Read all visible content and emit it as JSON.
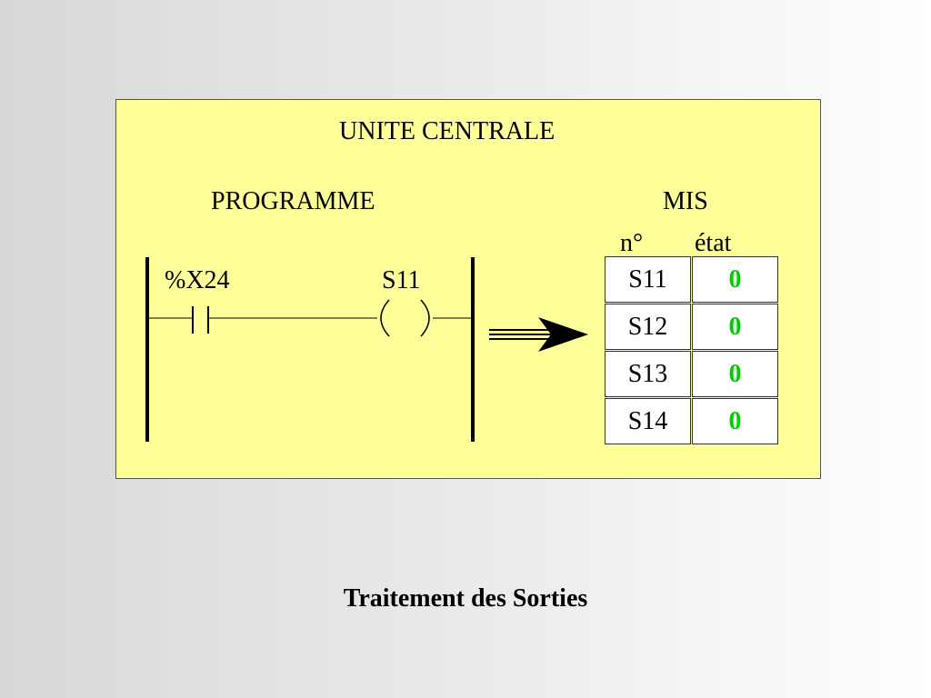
{
  "unit_title": "UNITE CENTRALE",
  "program_label": "PROGRAMME",
  "mis_label": "MIS",
  "column_headers": {
    "number": "n°",
    "state": "état"
  },
  "ladder": {
    "contact_label": "%X24",
    "coil_label": "S11"
  },
  "mis_table": [
    {
      "id": "S11",
      "state": "0"
    },
    {
      "id": "S12",
      "state": "0"
    },
    {
      "id": "S13",
      "state": "0"
    },
    {
      "id": "S14",
      "state": "0"
    }
  ],
  "state_color": "#00cc00",
  "panel_color": "#ffff99",
  "caption": "Traitement des Sorties"
}
